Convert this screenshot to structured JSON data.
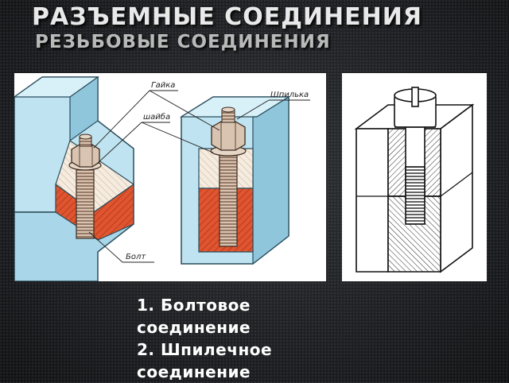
{
  "slide": {
    "title": "РАЗЪЕМНЫЕ СОЕДИНЕНИЯ",
    "subtitle": "РЕЗЬБОВЫЕ СОЕДИНЕНИЯ"
  },
  "figure_left": {
    "labels": {
      "nut": "Гайка",
      "washer": "шайба",
      "stud": "Шпилька",
      "bolt": "Болт"
    }
  },
  "caption": {
    "line1": "1. Болтовое",
    "line2": "соединение",
    "line3": "2. Шпилечное",
    "line4": "соединение"
  },
  "colors": {
    "background": "#1c1d20",
    "block_blue": "#bfe3f0",
    "block_blue_dark": "#8fc6dc",
    "section_red": "#e0552f",
    "section_beige": "#f3e6d8",
    "text": "#ffffff"
  }
}
